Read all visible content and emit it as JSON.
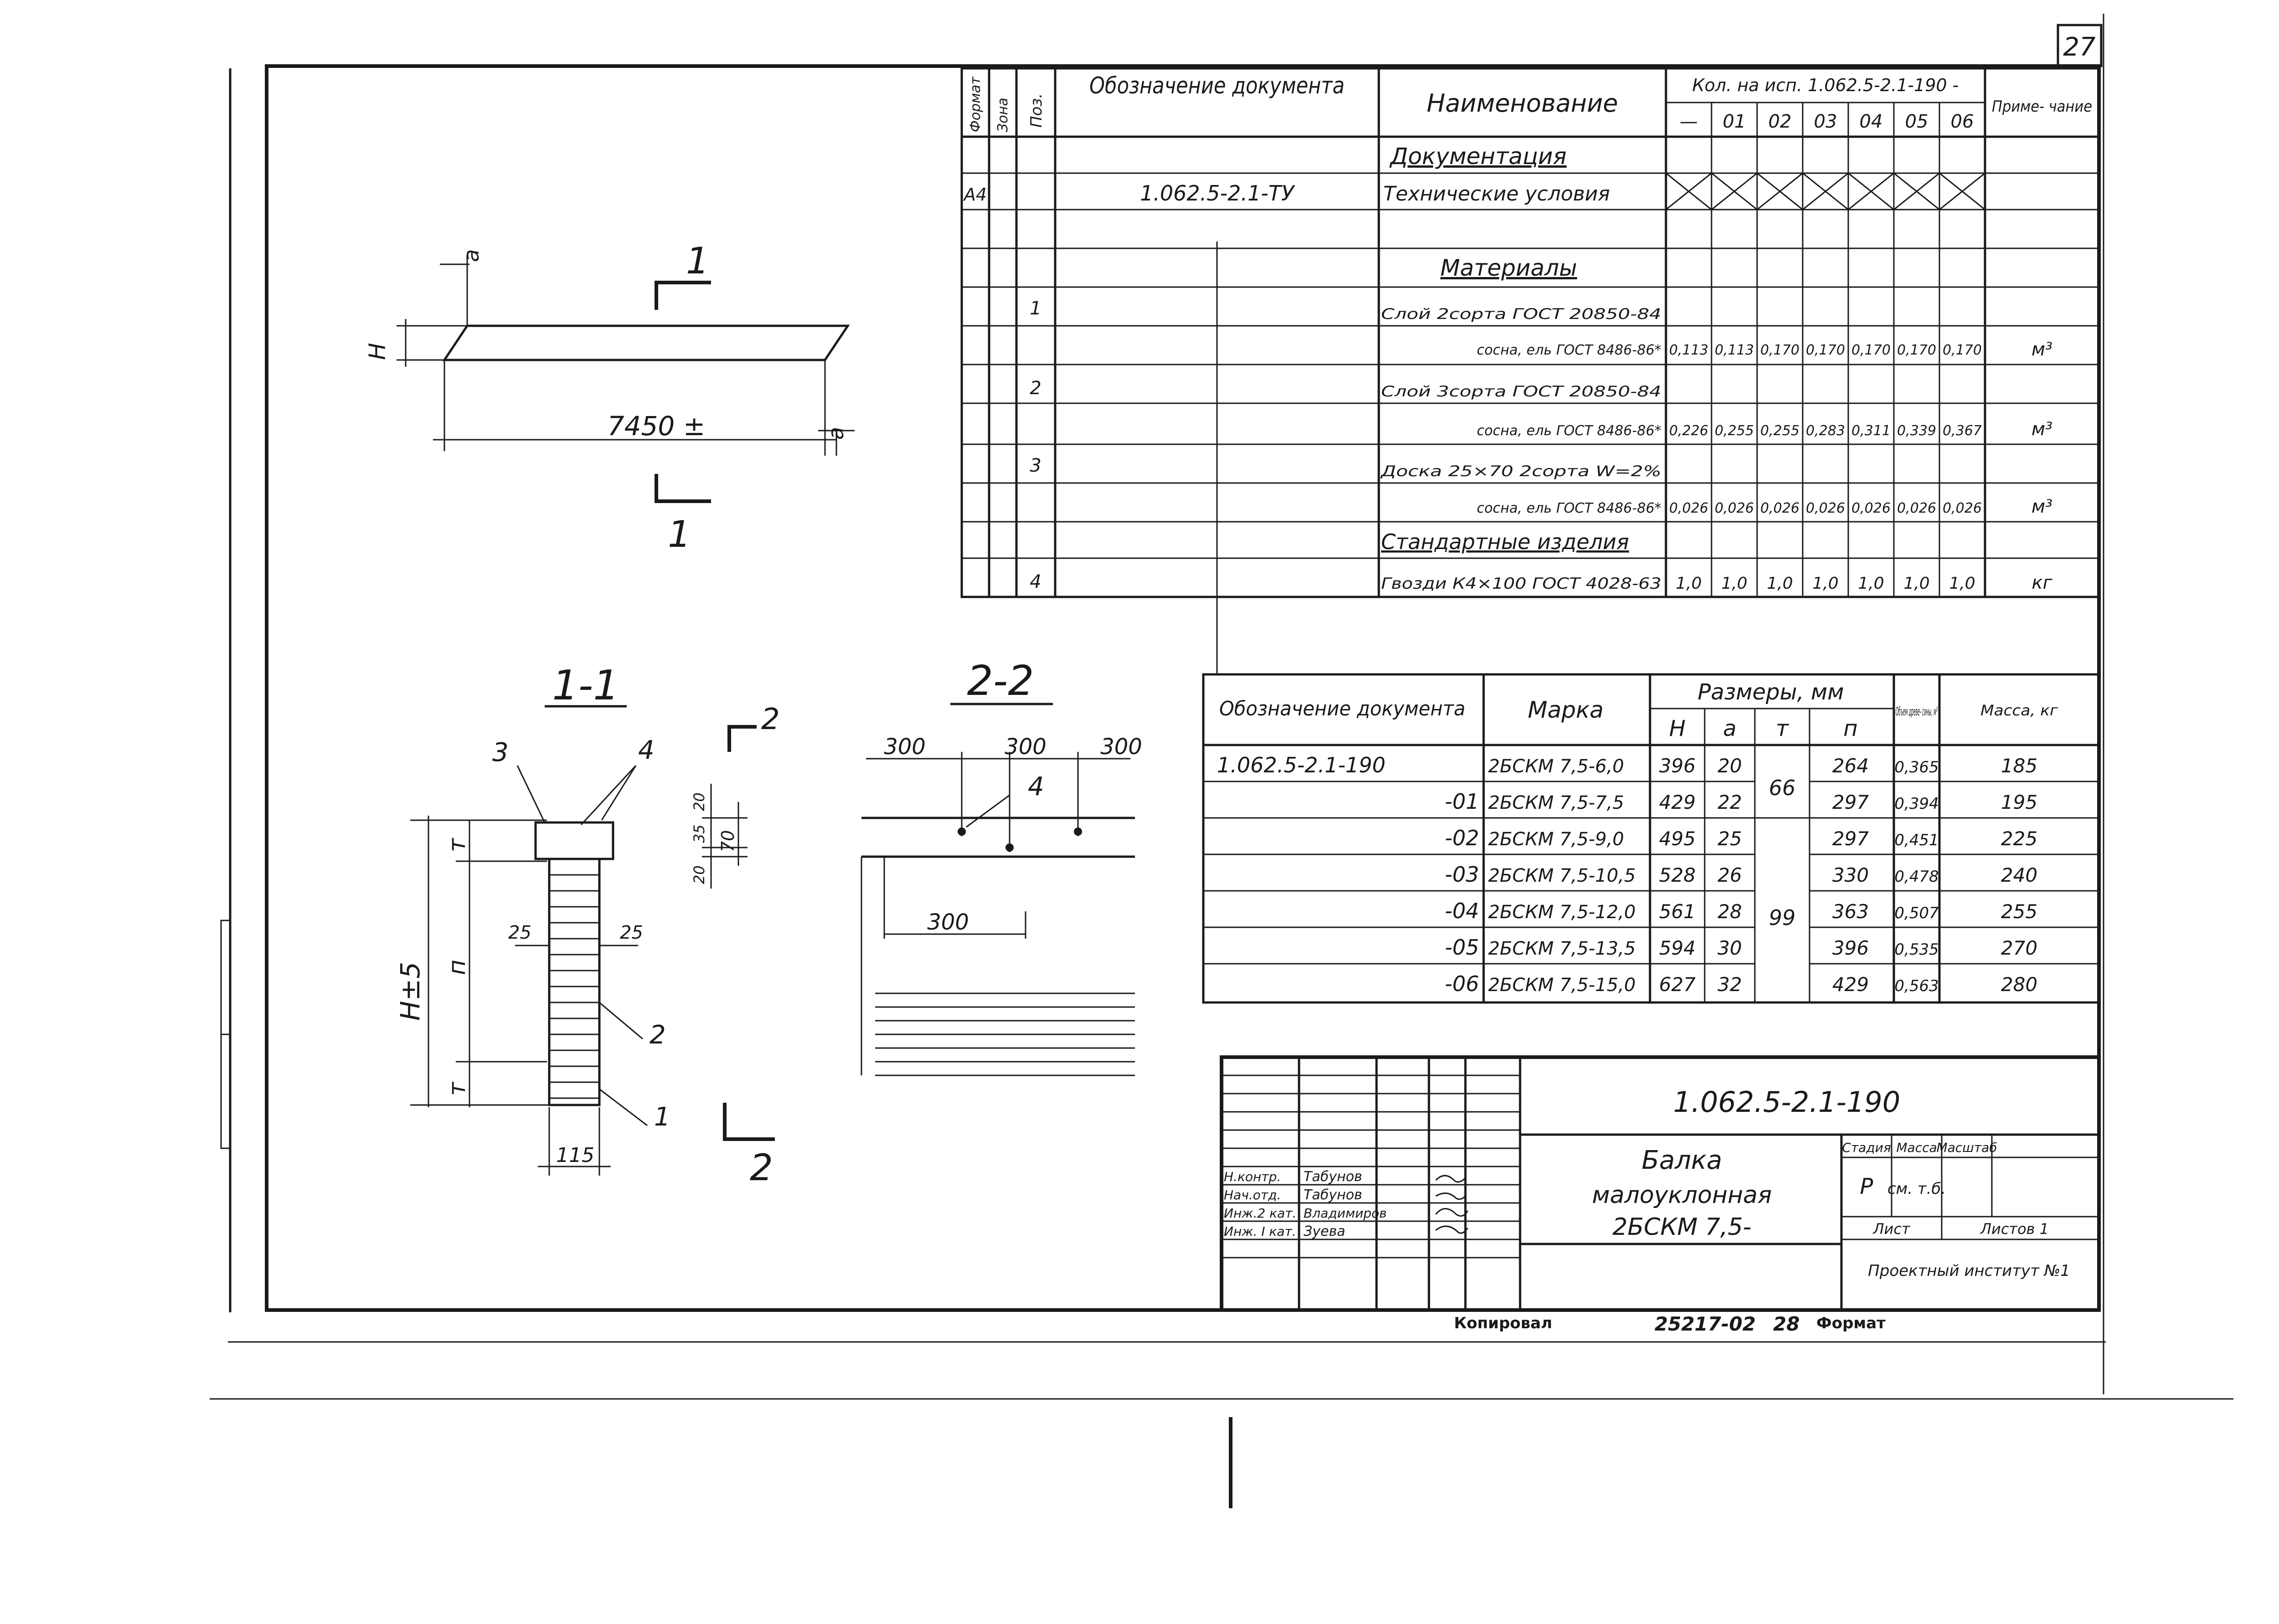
{
  "sheet_number": "27",
  "spec_table": {
    "headers": {
      "format": "Формат",
      "zone": "Зона",
      "pos": "Поз.",
      "designation": "Обозначение документа",
      "name": "Наименование",
      "qty_group": "Кол. на исп. 1.062.5-2.1-190 -",
      "note": "Приме- чание"
    },
    "variant_cols": [
      "—",
      "01",
      "02",
      "03",
      "04",
      "05",
      "06"
    ],
    "sections": {
      "documentation": "Документация",
      "materials": "Материалы",
      "standard_items": "Стандартные изделия"
    },
    "doc_row": {
      "format": "А4",
      "designation": "1.062.5-2.1-ТУ",
      "name": "Технические условия"
    },
    "material_rows": [
      {
        "pos": "1",
        "name_line1": "Слой 2сорта ГОСТ 20850-84",
        "name_line2": "сосна, ель ГОСТ 8486-86*",
        "values": [
          "0,113",
          "0,113",
          "0,170",
          "0,170",
          "0,170",
          "0,170",
          "0,170"
        ],
        "unit": "м³"
      },
      {
        "pos": "2",
        "name_line1": "Слой 3сорта ГОСТ 20850-84",
        "name_line2": "сосна, ель ГОСТ 8486-86*",
        "values": [
          "0,226",
          "0,255",
          "0,255",
          "0,283",
          "0,311",
          "0,339",
          "0,367"
        ],
        "unit": "м³"
      },
      {
        "pos": "3",
        "name_line1": "Доска 25×70 2сорта W=2%",
        "name_line2": "сосна, ель ГОСТ 8486-86*",
        "values": [
          "0,026",
          "0,026",
          "0,026",
          "0,026",
          "0,026",
          "0,026",
          "0,026"
        ],
        "unit": "м³"
      }
    ],
    "nail_row": {
      "pos": "4",
      "name": "Гвозди К4×100 ГОСТ 4028-63",
      "values": [
        "1,0",
        "1,0",
        "1,0",
        "1,0",
        "1,0",
        "1,0",
        "1,0"
      ],
      "unit": "кг"
    }
  },
  "sizes_table": {
    "headers": {
      "designation": "Обозначение документа",
      "mark": "Марка",
      "dims": "Размеры, мм",
      "H": "Н",
      "a": "а",
      "m": "т",
      "n": "п",
      "volume": "Объем древе- сины, м³",
      "mass": "Масса, кг"
    },
    "rows": [
      {
        "designation": "1.062.5-2.1-190",
        "mark": "2БСКМ 7,5-6,0",
        "H": "396",
        "a": "20",
        "n": "264",
        "volume": "0,365",
        "mass": "185"
      },
      {
        "designation": "-01",
        "mark": "2БСКМ 7,5-7,5",
        "H": "429",
        "a": "22",
        "n": "297",
        "volume": "0,394",
        "mass": "195"
      },
      {
        "designation": "-02",
        "mark": "2БСКМ 7,5-9,0",
        "H": "495",
        "a": "25",
        "n": "297",
        "volume": "0,451",
        "mass": "225"
      },
      {
        "designation": "-03",
        "mark": "2БСКМ 7,5-10,5",
        "H": "528",
        "a": "26",
        "n": "330",
        "volume": "0,478",
        "mass": "240"
      },
      {
        "designation": "-04",
        "mark": "2БСКМ 7,5-12,0",
        "H": "561",
        "a": "28",
        "n": "363",
        "volume": "0,507",
        "mass": "255"
      },
      {
        "designation": "-05",
        "mark": "2БСКМ 7,5-13,5",
        "H": "594",
        "a": "30",
        "n": "396",
        "volume": "0,535",
        "mass": "270"
      },
      {
        "designation": "-06",
        "mark": "2БСКМ 7,5-15,0",
        "H": "627",
        "a": "32",
        "n": "429",
        "volume": "0,563",
        "mass": "280"
      }
    ],
    "m_values": [
      "66",
      "99"
    ]
  },
  "drawings": {
    "elevation": {
      "length": "7450 ±",
      "a": "а",
      "H": "Н",
      "section_mark": "1"
    },
    "section_1": {
      "title": "1-1",
      "callouts": [
        "3",
        "4",
        "2",
        "1"
      ],
      "dims": {
        "H": "Н±5",
        "m": "т",
        "n": "п",
        "side1": "25",
        "side2": "25",
        "width": "115",
        "cut": "2"
      }
    },
    "section_2": {
      "title": "2-2",
      "callouts": [
        "4"
      ],
      "dims": {
        "s1": "300",
        "s2": "300",
        "s3": "300",
        "s4": "300",
        "d20a": "20",
        "d35": "35",
        "d20b": "20",
        "d70": "70",
        "cut": "2"
      }
    }
  },
  "title_block": {
    "code": "1.062.5-2.1-190",
    "title_line1": "Балка",
    "title_line2": "малоуклонная",
    "title_line3": "2БСКМ 7,5-",
    "stage_label": "Стадия",
    "mass_label": "Масса",
    "scale_label": "Масштаб",
    "stage": "Р",
    "mass": "см. т.б.",
    "sheet_label": "Лист",
    "sheets_label": "Листов 1",
    "org": "Проектный институт №1",
    "roles": [
      "Н.контр.",
      "Нач.отд.",
      "Инж.2 кат.",
      "Инж. I кат."
    ],
    "names": [
      "Табунов",
      "Табунов",
      "Владимиров",
      "Зуева"
    ]
  },
  "footer": {
    "copied": "Копировал",
    "order": "25217-02",
    "num": "28",
    "format": "Формат"
  }
}
